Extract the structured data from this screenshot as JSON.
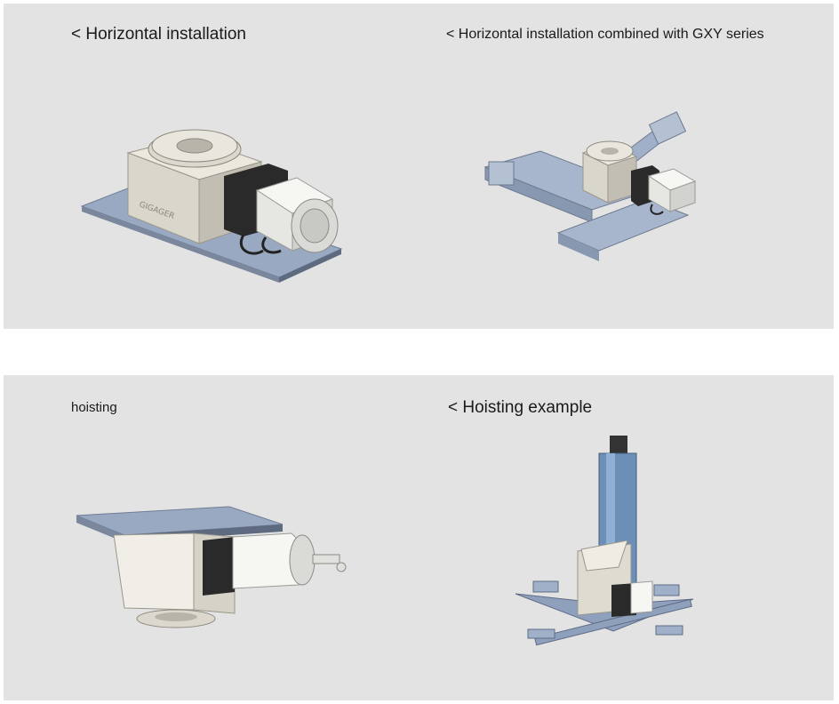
{
  "top_panel": {
    "left_caption": "< Horizontal installation",
    "right_caption": "< Horizontal installation combined with GXY series",
    "brand_engraving": "GIGAGER"
  },
  "bottom_panel": {
    "left_caption": "hoisting",
    "right_caption": "< Hoisting example"
  },
  "colors": {
    "panel_bg": "#e3e3e3",
    "base_plate": "#9aa9c2",
    "housing": "#d9d6cc",
    "motor_black": "#2a2a2a",
    "motor_white": "#f1f1ee",
    "gxy_blue": "#7e95b8"
  }
}
